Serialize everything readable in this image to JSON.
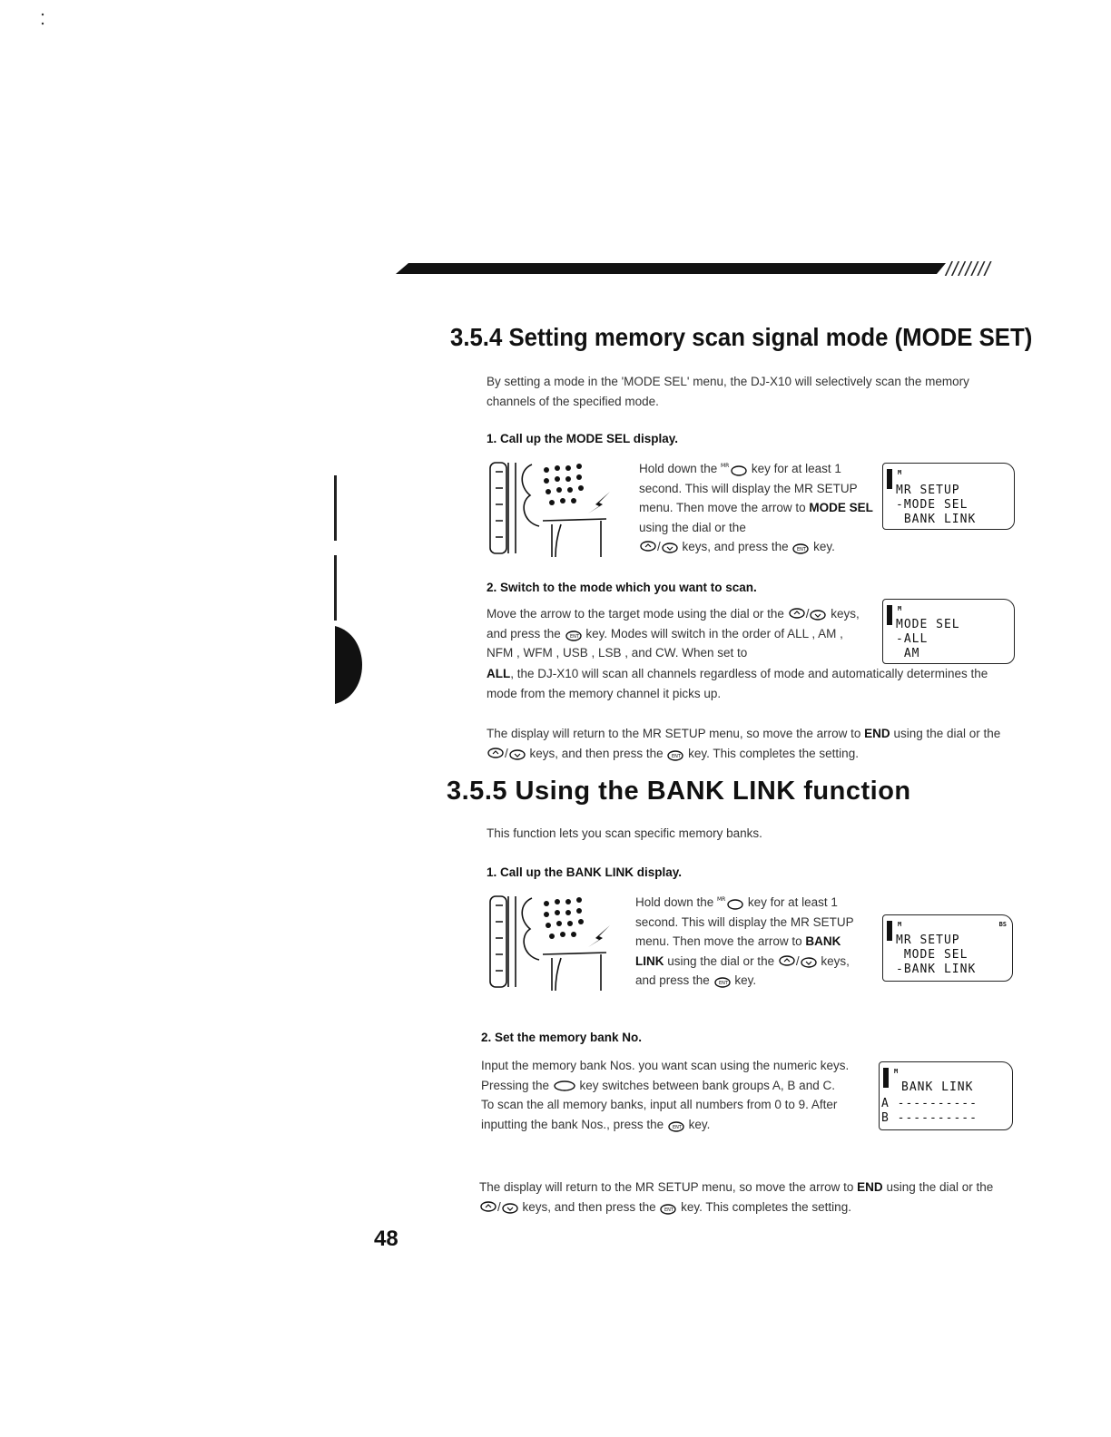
{
  "page": {
    "number": "48",
    "hatch": "///////"
  },
  "section1": {
    "title": "3.5.4 Setting memory scan signal mode (MODE SET)",
    "intro": "By setting a mode in the 'MODE SEL' menu, the DJ-X10 will selectively scan the memory channels of the specified mode.",
    "step1": {
      "title": "1. Call up the MODE SEL display.",
      "t1": "Hold down the ",
      "t2": " key for at least 1 second. This will display the MR SETUP menu. Then move the arrow to ",
      "b1": "MODE SEL",
      "t3": " using the dial or the ",
      "t4": " keys, and press the ",
      "t5": " key.",
      "lcd": {
        "indicator": "M",
        "l1": "MR SETUP",
        "l2": "-MODE SEL",
        "l3": " BANK LINK"
      }
    },
    "step2": {
      "title": "2. Switch to the mode which you want to scan.",
      "t1": "Move the arrow to the target mode using the dial or the ",
      "t2": " keys, and press the ",
      "t3": " key. Modes will switch in the order of ALL , AM , NFM , WFM , USB , LSB , and CW. When set to ",
      "b1": "ALL",
      "t4": ", the DJ-X10 will scan all channels regardless of mode and automatically determines the mode from the memory channel it picks up.",
      "lcd": {
        "indicator": "M",
        "l1": "MODE SEL",
        "l2": "-ALL",
        "l3": " AM"
      }
    },
    "outro": {
      "t1": "The display will return to the MR SETUP menu, so move the arrow to ",
      "b1": "END",
      "t2": " using the dial or the ",
      "t3": " keys, and then press the ",
      "t4": " key. This completes the setting."
    }
  },
  "section2": {
    "title": "3.5.5 Using the BANK LINK function",
    "intro": "This function lets you scan specific memory banks.",
    "step1": {
      "title": "1. Call up the BANK LINK display.",
      "t1": "Hold down the ",
      "t2": " key for at least 1 second. This will display the MR SETUP menu. Then move the arrow to ",
      "b1": "BANK LINK",
      "t3": " using the dial or the ",
      "t4": " keys, and press the ",
      "t5": " key.",
      "lcd": {
        "indicator": "M",
        "indicator_r": "BS",
        "l1": "MR SETUP",
        "l2": " MODE SEL",
        "l3": "-BANK LINK"
      }
    },
    "step2": {
      "title": "2. Set the memory bank No.",
      "t1": "Input the memory bank Nos. you want scan using the numeric keys. Pressing the ",
      "t2": " key switches between bank groups A, B and C.",
      "t3": "To scan the all memory banks, input all numbers from 0 to 9. After inputting the bank Nos., press the ",
      "t4": " key.",
      "lcd": {
        "indicator": "M",
        "l1": "BANK LINK",
        "l2": "A ----------",
        "l3": "B ----------"
      }
    },
    "outro": {
      "t1": "The display will return to the MR SETUP menu, so move the arrow to ",
      "b1": "END",
      "t2": " using the dial or the ",
      "t3": " keys, and then press the ",
      "t4": " key. This completes the setting."
    }
  },
  "icons": [
    "mr-key-icon",
    "up-key-icon",
    "down-key-icon",
    "set-ent-key-icon",
    "oval-key-icon",
    "radio-device-illustration"
  ]
}
